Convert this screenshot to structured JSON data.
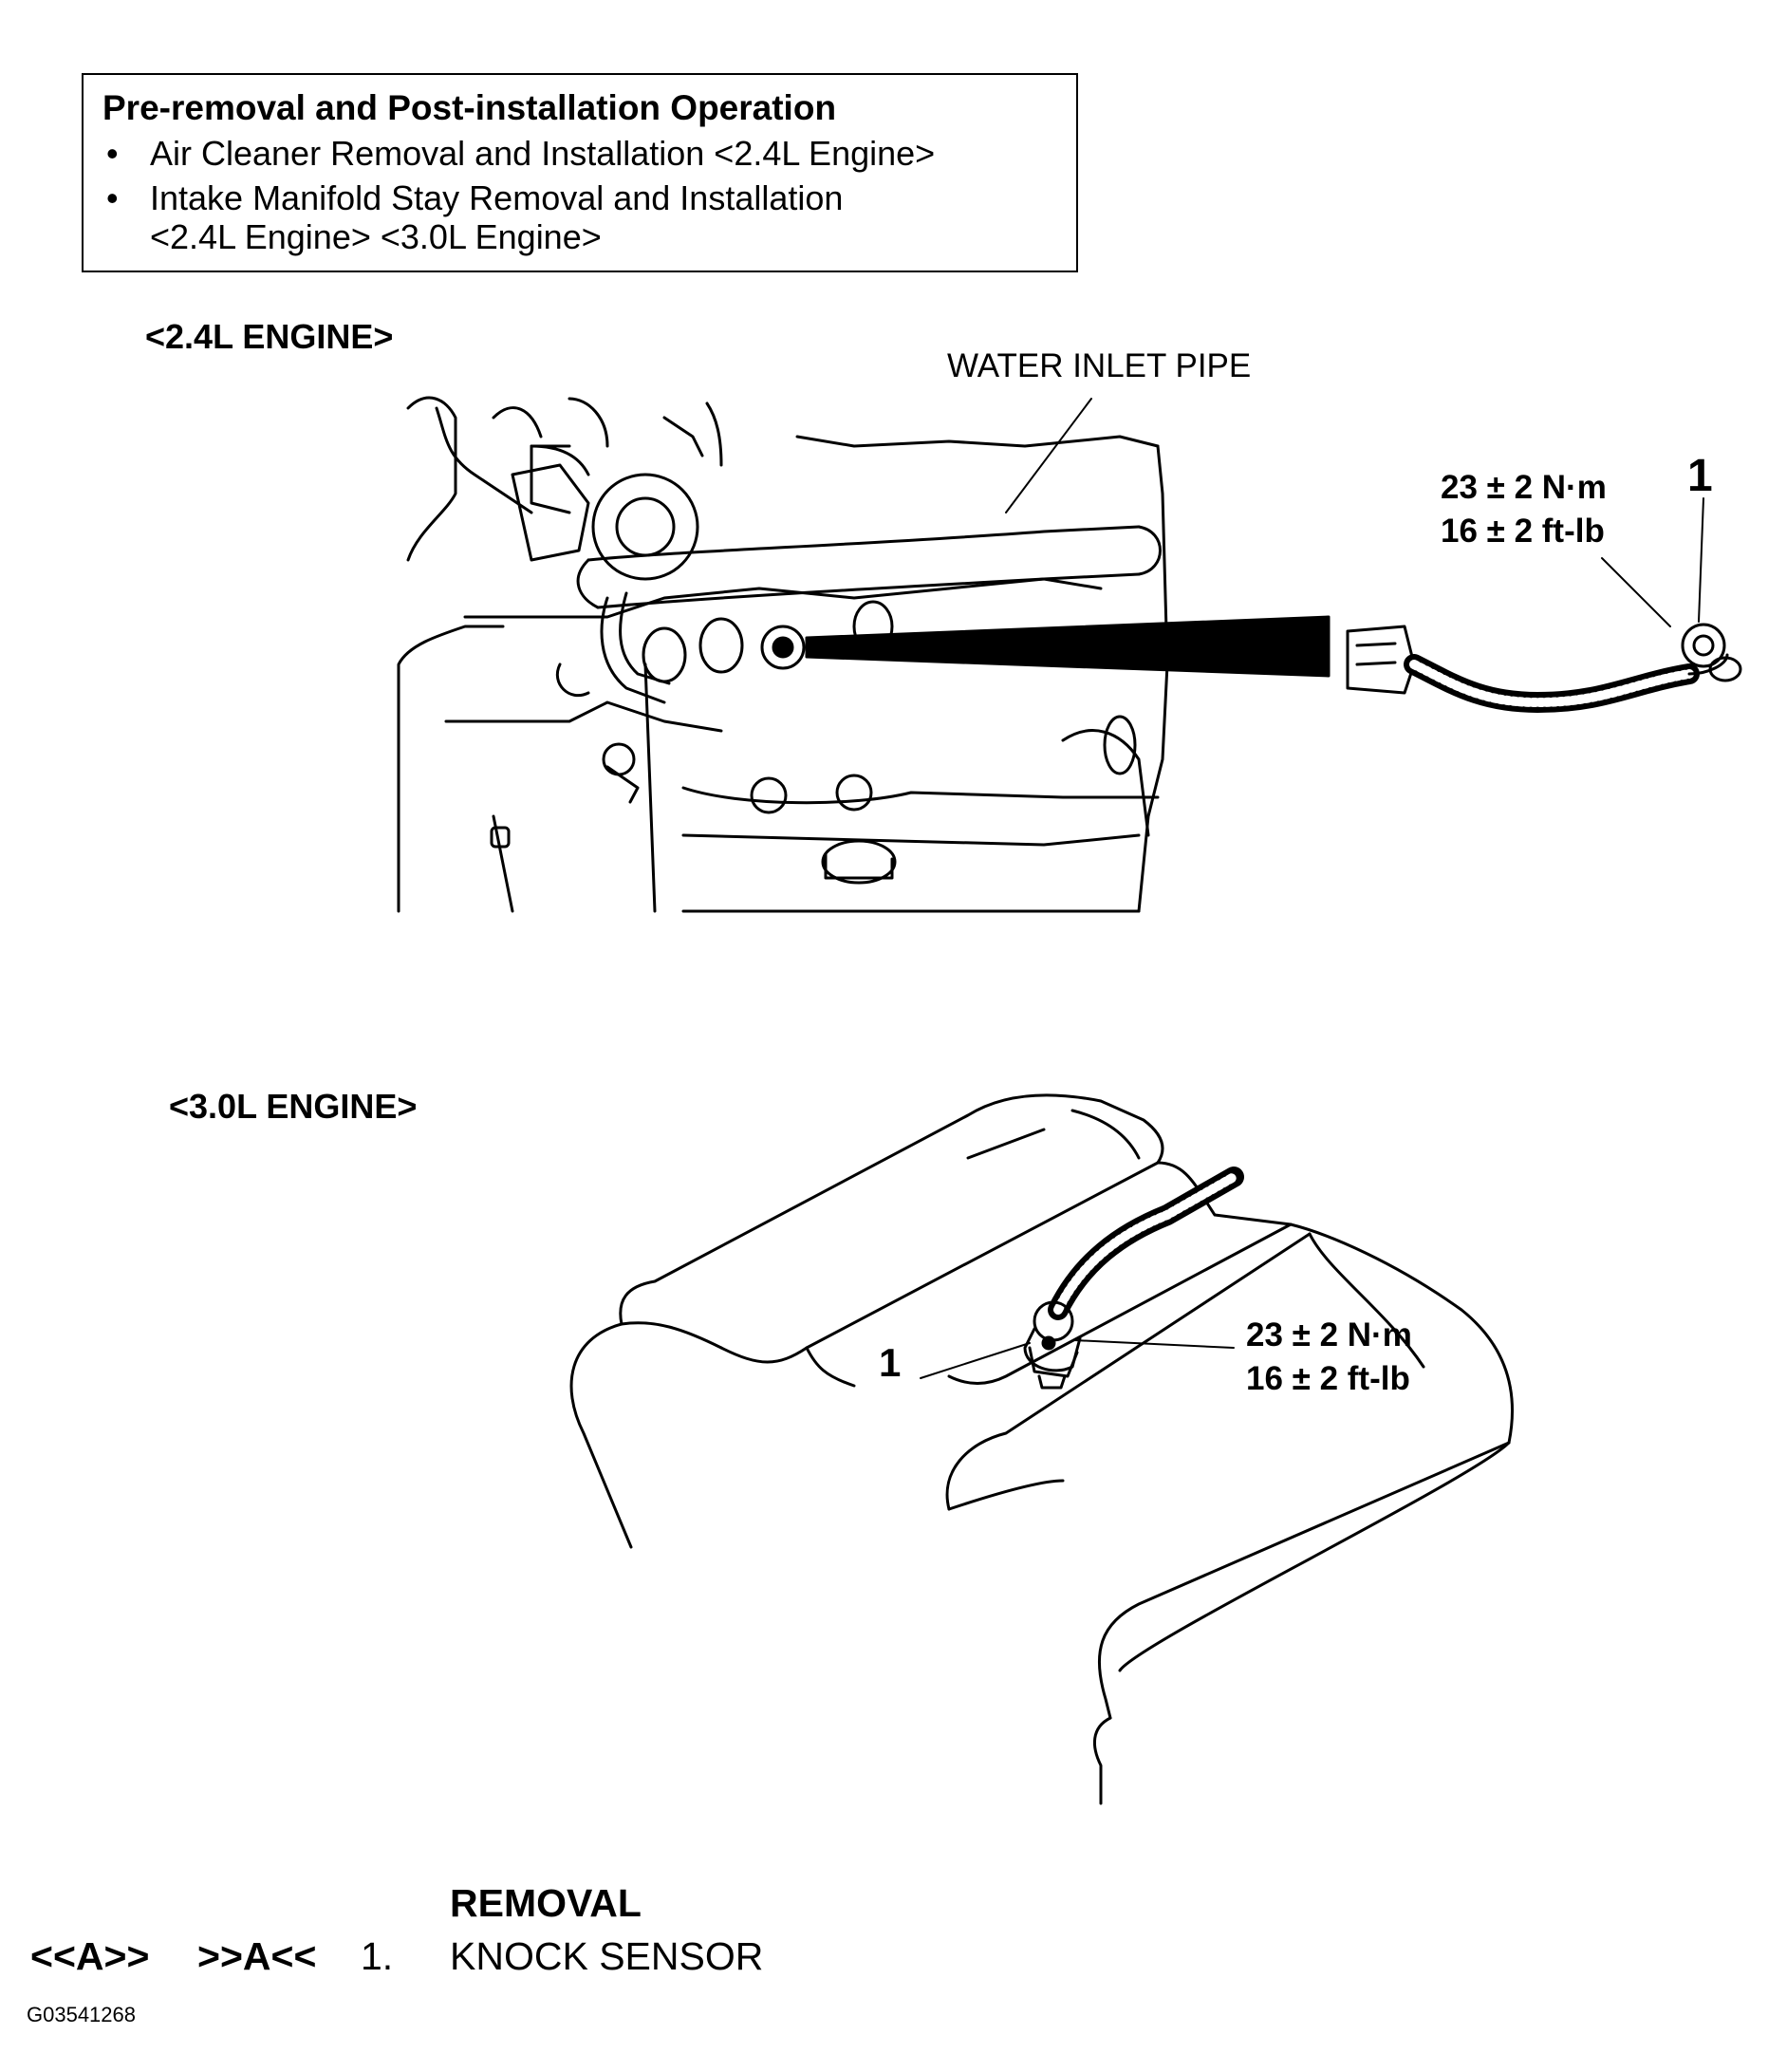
{
  "pre_operation": {
    "title": "Pre-removal and Post-installation Operation",
    "items": [
      "Air Cleaner Removal and Installation <2.4L Engine>",
      "Intake Manifold Stay Removal and Installation"
    ],
    "item_continuation": "<2.4L Engine> <3.0L Engine>"
  },
  "engine_24": {
    "heading": "<2.4L ENGINE>",
    "callout": "WATER INLET PIPE",
    "torque_nm": "23 ± 2 N·m",
    "torque_ftlb": "16 ± 2 ft-lb",
    "part_number": "1"
  },
  "engine_30": {
    "heading": "<3.0L ENGINE>",
    "torque_nm": "23 ± 2 N·m",
    "torque_ftlb": "16 ± 2 ft-lb",
    "part_number": "1"
  },
  "removal": {
    "heading": "REMOVAL",
    "removal_code": "<<A>>",
    "install_code": ">>A<<",
    "step_number": "1.",
    "step_name": "KNOCK SENSOR"
  },
  "figure_id": "G03541268"
}
